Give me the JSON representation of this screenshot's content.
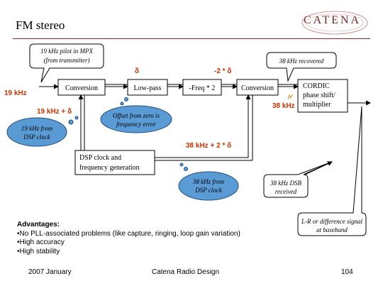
{
  "header": {
    "title": "FM stereo",
    "logo": "CATENA",
    "colors": {
      "accent_red": "#cc3300",
      "cloud_blue": "#5b9bd5",
      "rule": "#7a2a2a"
    }
  },
  "diagram": {
    "blocks": {
      "conversion1": "Conversion",
      "lowpass": "Low-pass",
      "freq_mult": "-Freq * 2",
      "conversion2": "Conversion",
      "cordic_line1": "CORDIC",
      "cordic_line2": "phase shift/",
      "cordic_line3": "multiplier",
      "dsp_line1": "DSP clock  and",
      "dsp_line2": "frequency generation"
    },
    "callouts": {
      "pilot_line1": "19 kHz pilot in MPX",
      "pilot_line2": "(from transmitter)",
      "recovered": "38 kHz recovered",
      "dsb_line1": "38 kHz DSB",
      "dsb_line2": "received",
      "lr_line1": "L-R or difference signal",
      "lr_line2": "at baseband"
    },
    "clouds": {
      "c19_line1": "19 kHz from",
      "c19_line2": "DSP clock",
      "offset_line1": "Offset from zero is",
      "offset_line2": "frequency error",
      "c38_line1": "38 kHz from",
      "c38_line2": "DSP clock"
    },
    "labels": {
      "in_19k": "19 kHz",
      "delta1": "δ",
      "minus2delta": "-2 * δ",
      "plus_delta": "19 kHz + δ",
      "plus_2delta": "38 kHz + 2 * δ",
      "k38": "38 kHz"
    }
  },
  "advantages": {
    "heading": "Advantages:",
    "items": [
      "•No PLL-associated problems (like capture, ringing, loop gain variation)",
      "•High accuracy",
      "•High stability"
    ]
  },
  "footer": {
    "date": "2007 January",
    "center": "Catena Radio Design",
    "page": "104"
  }
}
